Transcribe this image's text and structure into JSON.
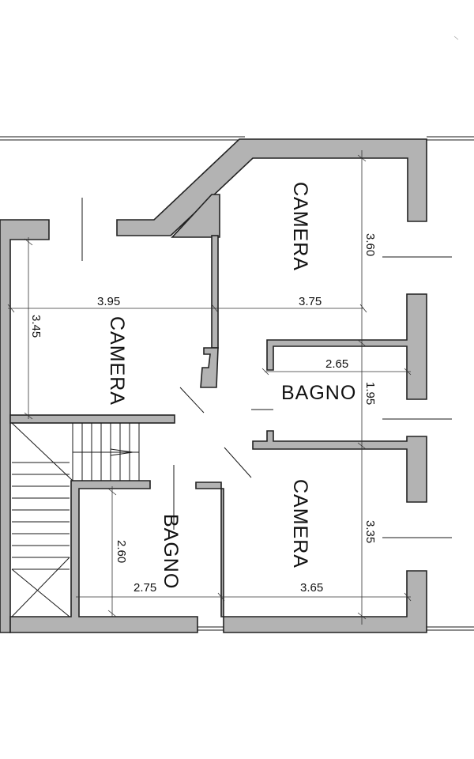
{
  "rooms": {
    "camera_top_right": "CAMERA",
    "camera_left": "CAMERA",
    "bagno_center": "BAGNO",
    "bagno_lower": "BAGNO",
    "camera_bottom_right": "CAMERA"
  },
  "dimensions": {
    "d_395": "3.95",
    "d_375": "3.75",
    "d_345": "3.45",
    "d_360": "3.60",
    "d_265": "2.65",
    "d_195": "1.95",
    "d_335": "3.35",
    "d_260": "2.60",
    "d_275": "2.75",
    "d_365": "3.65"
  },
  "colors": {
    "wall_fill": "#b3b3b3",
    "line": "#222222"
  }
}
